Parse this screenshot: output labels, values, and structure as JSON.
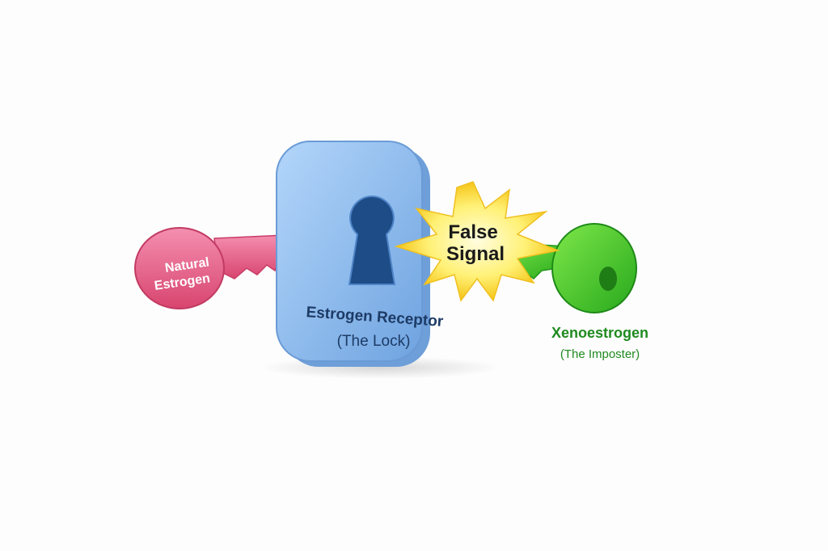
{
  "lock": {
    "title": "Estrogen Receptor",
    "subtitle": "(The Lock)"
  },
  "natural_key": {
    "line1": "Natural",
    "line2": "Estrogen"
  },
  "signal": {
    "line1": "False",
    "line2": "Signal"
  },
  "imposter_key": {
    "title": "Xenoestrogen",
    "subtitle": "(The Imposter)"
  },
  "colors": {
    "lock": "#8fbdf0",
    "natural": "#e85a88",
    "imposter": "#3fcf2a",
    "burst": "#ffe84a",
    "lock_text": "#1d3b66",
    "imposter_text": "#1f8a1f"
  }
}
